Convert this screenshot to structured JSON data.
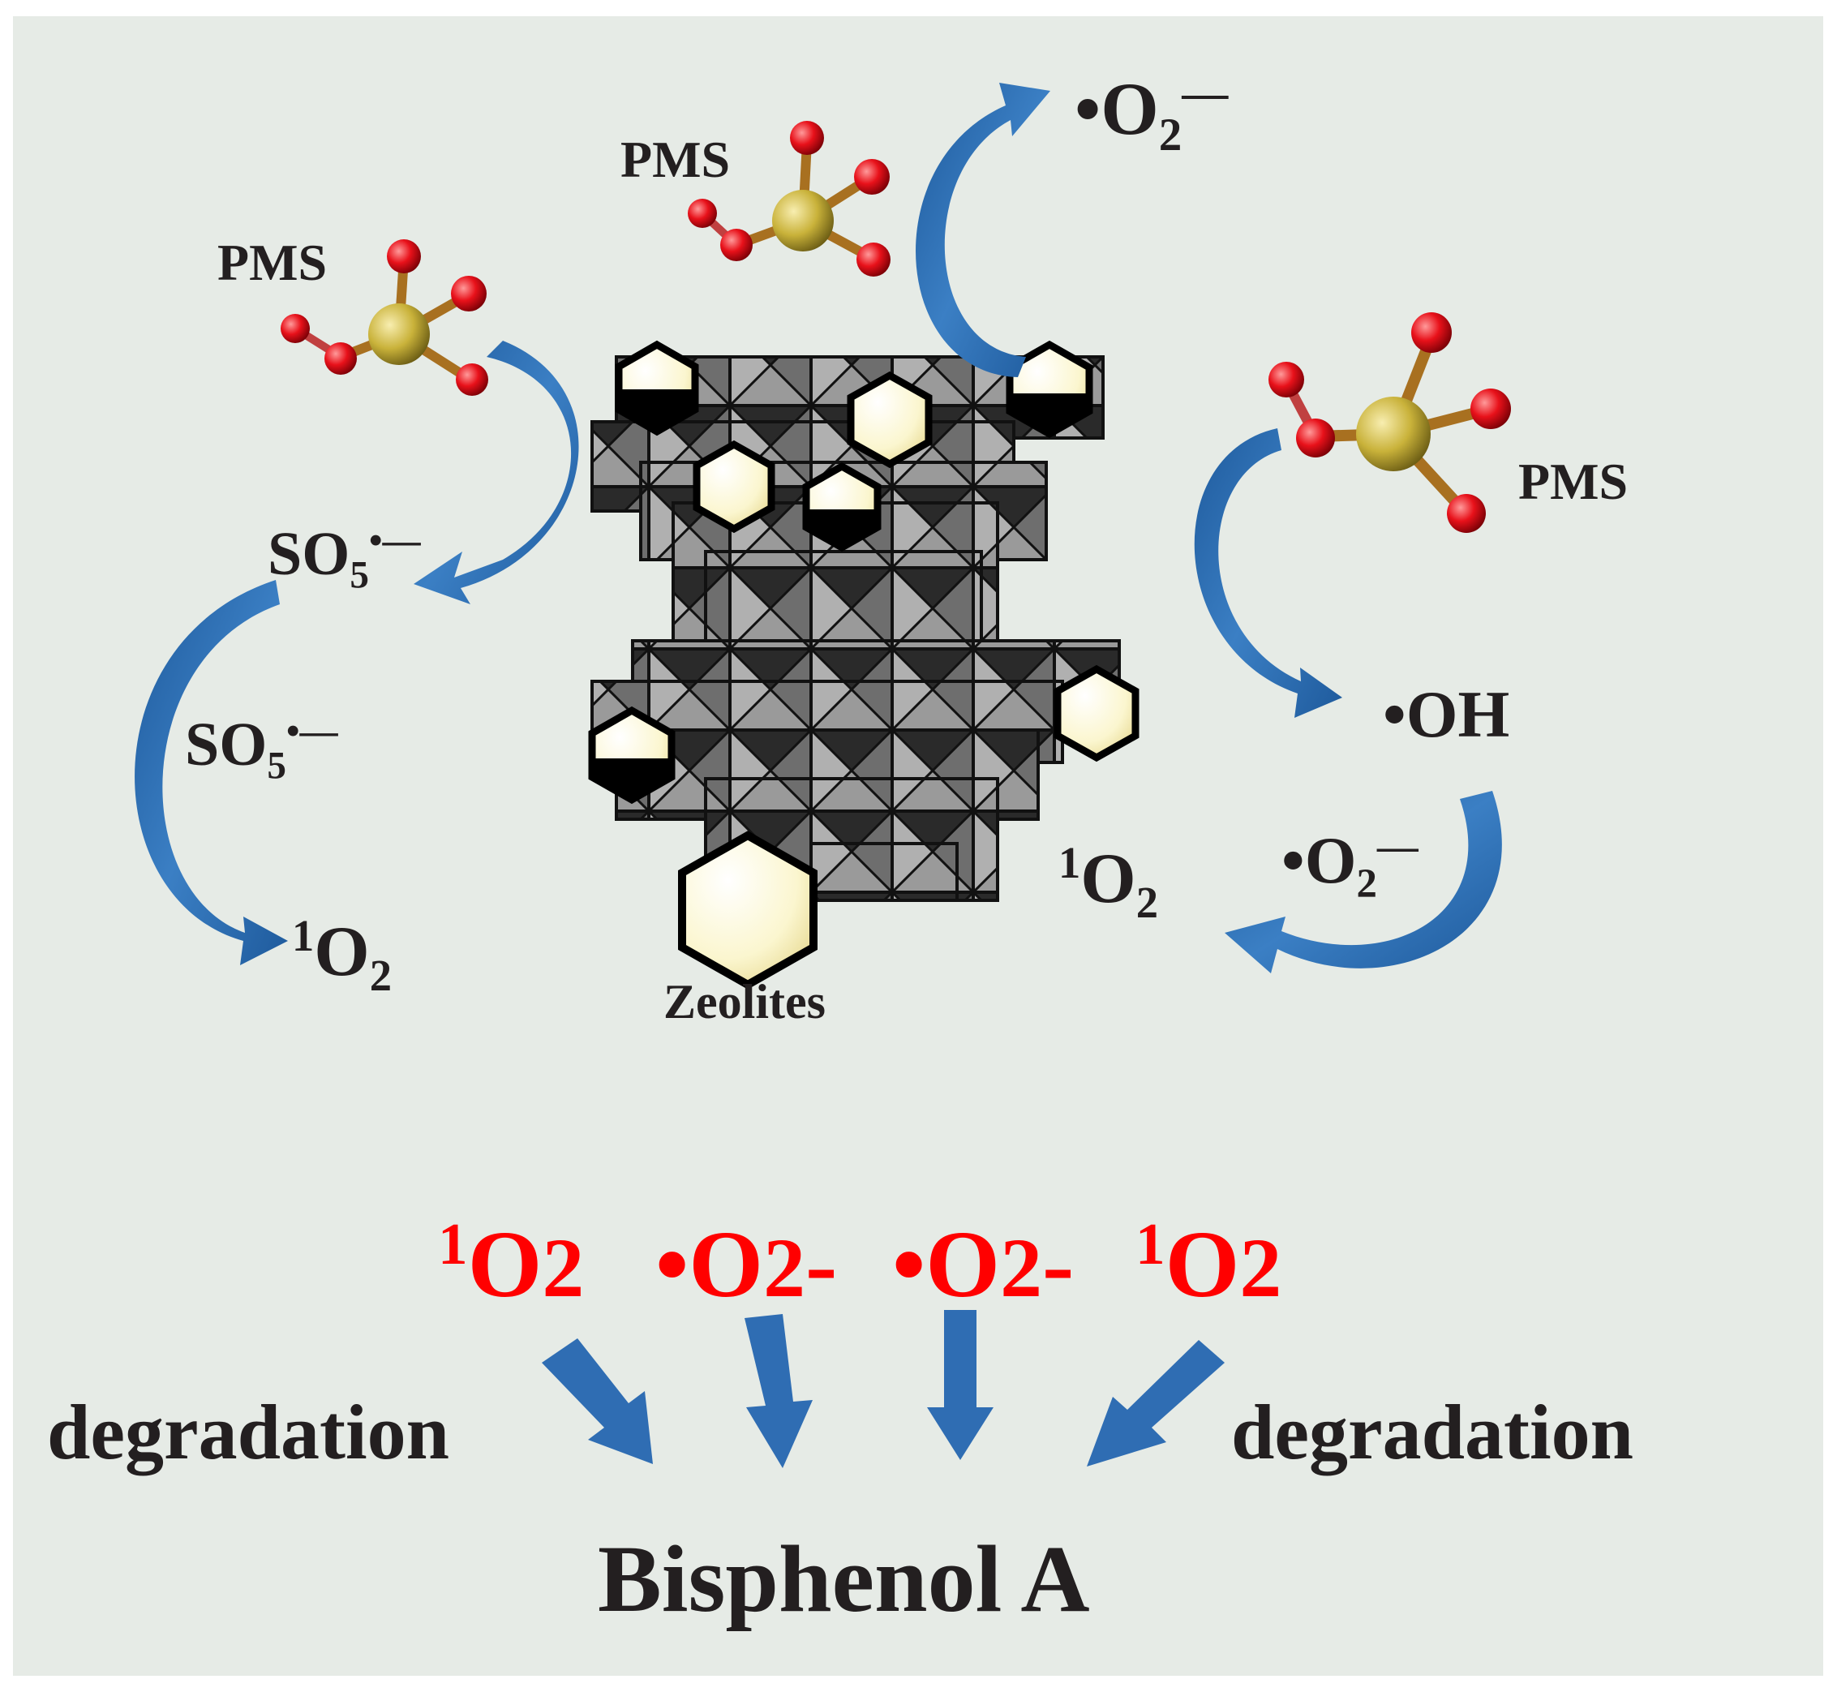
{
  "labels": {
    "pms_left": "PMS",
    "pms_top": "PMS",
    "pms_right": "PMS",
    "zeolites": "Zeolites",
    "so5_upper": {
      "base": "SO",
      "sub": "5",
      "sup": "•—"
    },
    "so5_lower": {
      "base": "SO",
      "sub": "5",
      "sup": "•—"
    },
    "singlet_left": {
      "sup": "1",
      "base": "O",
      "sub": "2"
    },
    "superoxide_top": {
      "base": "•O",
      "sub": "2",
      "sup": "—"
    },
    "hydroxyl": "•OH",
    "singlet_right": {
      "sup": "1",
      "base": "O",
      "sub": "2"
    },
    "superoxide_right": {
      "base": "•O",
      "sub": "2",
      "sup": "—"
    }
  },
  "species_row": [
    {
      "sup": "1",
      "base": "O",
      "sub": "2",
      "suffix": ""
    },
    {
      "sup": "",
      "base": "•O",
      "sub": "2",
      "suffix": "-"
    },
    {
      "sup": "",
      "base": "•O",
      "sub": "2",
      "suffix": "-"
    },
    {
      "sup": "1",
      "base": "O",
      "sub": "2",
      "suffix": ""
    }
  ],
  "degradation_left": "degradation",
  "degradation_right": "degradation",
  "target": "Bisphenol A",
  "colors": {
    "background": "#e6ebe6",
    "arrow_blue": "#2f6db3",
    "oxygen_red": "#e8111a",
    "sulfur_gold": "#c9b23a",
    "species_red": "#ff0000",
    "text_dark": "#231f20",
    "zeolite_gray": "#8c8c8c",
    "crystal_fill": "#fbf6cf"
  }
}
